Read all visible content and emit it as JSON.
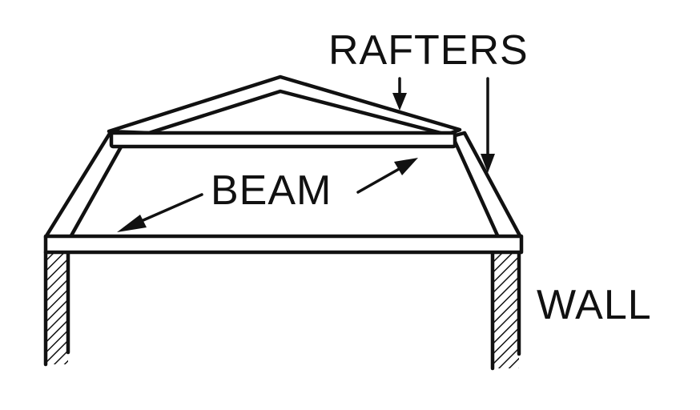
{
  "labels": {
    "rafters": "RAFTERS",
    "beam": "BEAM",
    "wall": "WALL"
  },
  "colors": {
    "ink": "#111111",
    "paper": "#ffffff"
  }
}
